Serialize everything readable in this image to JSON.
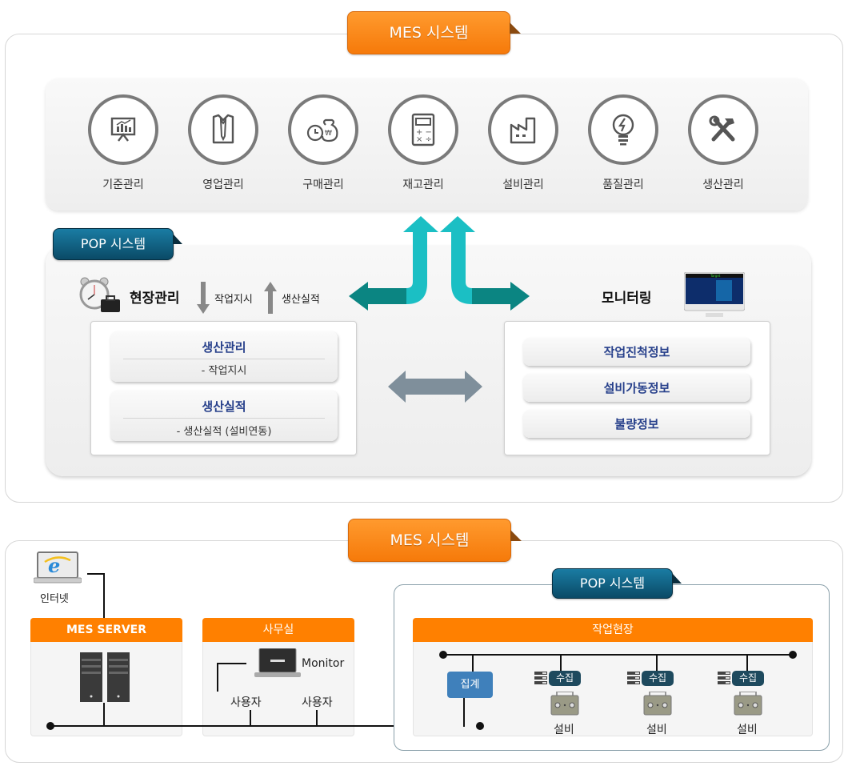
{
  "top_diagram": {
    "title": "MES 시스템",
    "modules": [
      {
        "label": "기준관리",
        "icon": "presentation-chart-icon"
      },
      {
        "label": "영업관리",
        "icon": "shirt-tie-icon"
      },
      {
        "label": "구매관리",
        "icon": "money-bag-clock-icon"
      },
      {
        "label": "재고관리",
        "icon": "calculator-icon"
      },
      {
        "label": "설비관리",
        "icon": "factory-icon"
      },
      {
        "label": "품질관리",
        "icon": "lightbulb-icon"
      },
      {
        "label": "생산관리",
        "icon": "hammer-wrench-icon"
      }
    ],
    "pop": {
      "title": "POP 시스템",
      "field": {
        "heading": "현장관리",
        "down_label": "작업지시",
        "up_label": "생산실적",
        "cards": [
          {
            "title": "생산관리",
            "sub": "- 작업지시"
          },
          {
            "title": "생산실적",
            "sub": "- 생산실적 (설비연동)"
          }
        ]
      },
      "monitoring": {
        "heading": "모니터링",
        "items": [
          "작업진척정보",
          "설비가동정보",
          "불량정보"
        ]
      }
    }
  },
  "bottom_diagram": {
    "title": "MES 시스템",
    "internet_label": "인터넷",
    "server": {
      "title": "MES SERVER"
    },
    "office": {
      "title": "사무실",
      "monitor_label": "Monitor",
      "users": [
        "사용자",
        "사용자"
      ]
    },
    "pop": {
      "title": "POP 시스템",
      "site_title": "작업현장",
      "aggregate_label": "집계",
      "collectors": [
        {
          "tag": "수집",
          "equipment": "설비"
        },
        {
          "tag": "수집",
          "equipment": "설비"
        },
        {
          "tag": "수집",
          "equipment": "설비"
        }
      ]
    }
  },
  "colors": {
    "orange": "#ff8000",
    "pop_blue": "#0a4a66",
    "teal_light": "#1bbfc4",
    "teal_dark": "#0b8582",
    "card_title": "#27408b",
    "double_arrow": "#7f8f9b",
    "aggregate_blue": "#3f80bb",
    "collect_dark": "#1e4a5e"
  }
}
